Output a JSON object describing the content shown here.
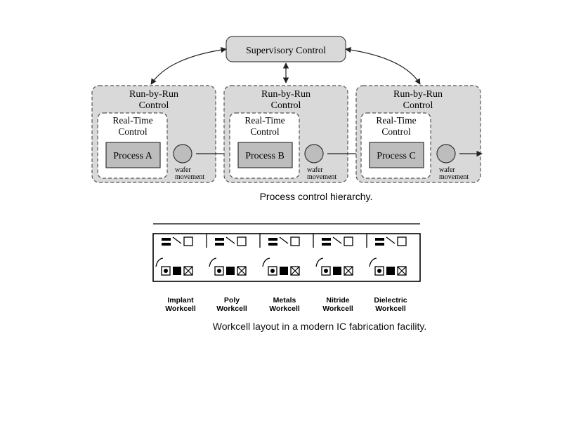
{
  "hierarchy": {
    "supervisory_label": "Supervisory Control",
    "units": [
      {
        "rbr_line1": "Run-by-Run",
        "rbr_line2": "Control",
        "rt_line1": "Real-Time",
        "rt_line2": "Control",
        "process": "Process A",
        "wafer1": "wafer",
        "wafer2": "movement"
      },
      {
        "rbr_line1": "Run-by-Run",
        "rbr_line2": "Control",
        "rt_line1": "Real-Time",
        "rt_line2": "Control",
        "process": "Process B",
        "wafer1": "wafer",
        "wafer2": "movement"
      },
      {
        "rbr_line1": "Run-by-Run",
        "rbr_line2": "Control",
        "rt_line1": "Real-Time",
        "rt_line2": "Control",
        "process": "Process C",
        "wafer1": "wafer",
        "wafer2": "movement"
      }
    ],
    "caption": "Process control hierarchy."
  },
  "workcells": {
    "cells": [
      {
        "line1": "Implant",
        "line2": "Workcell"
      },
      {
        "line1": "Poly",
        "line2": "Workcell"
      },
      {
        "line1": "Metals",
        "line2": "Workcell"
      },
      {
        "line1": "Nitride",
        "line2": "Workcell"
      },
      {
        "line1": "Dielectric",
        "line2": "Workcell"
      }
    ],
    "caption": "Workcell layout in a modern IC fabrication facility."
  },
  "colors": {
    "box_fill": "#d9d9d9",
    "process_fill": "#bdbdbd",
    "stroke": "#444444"
  }
}
